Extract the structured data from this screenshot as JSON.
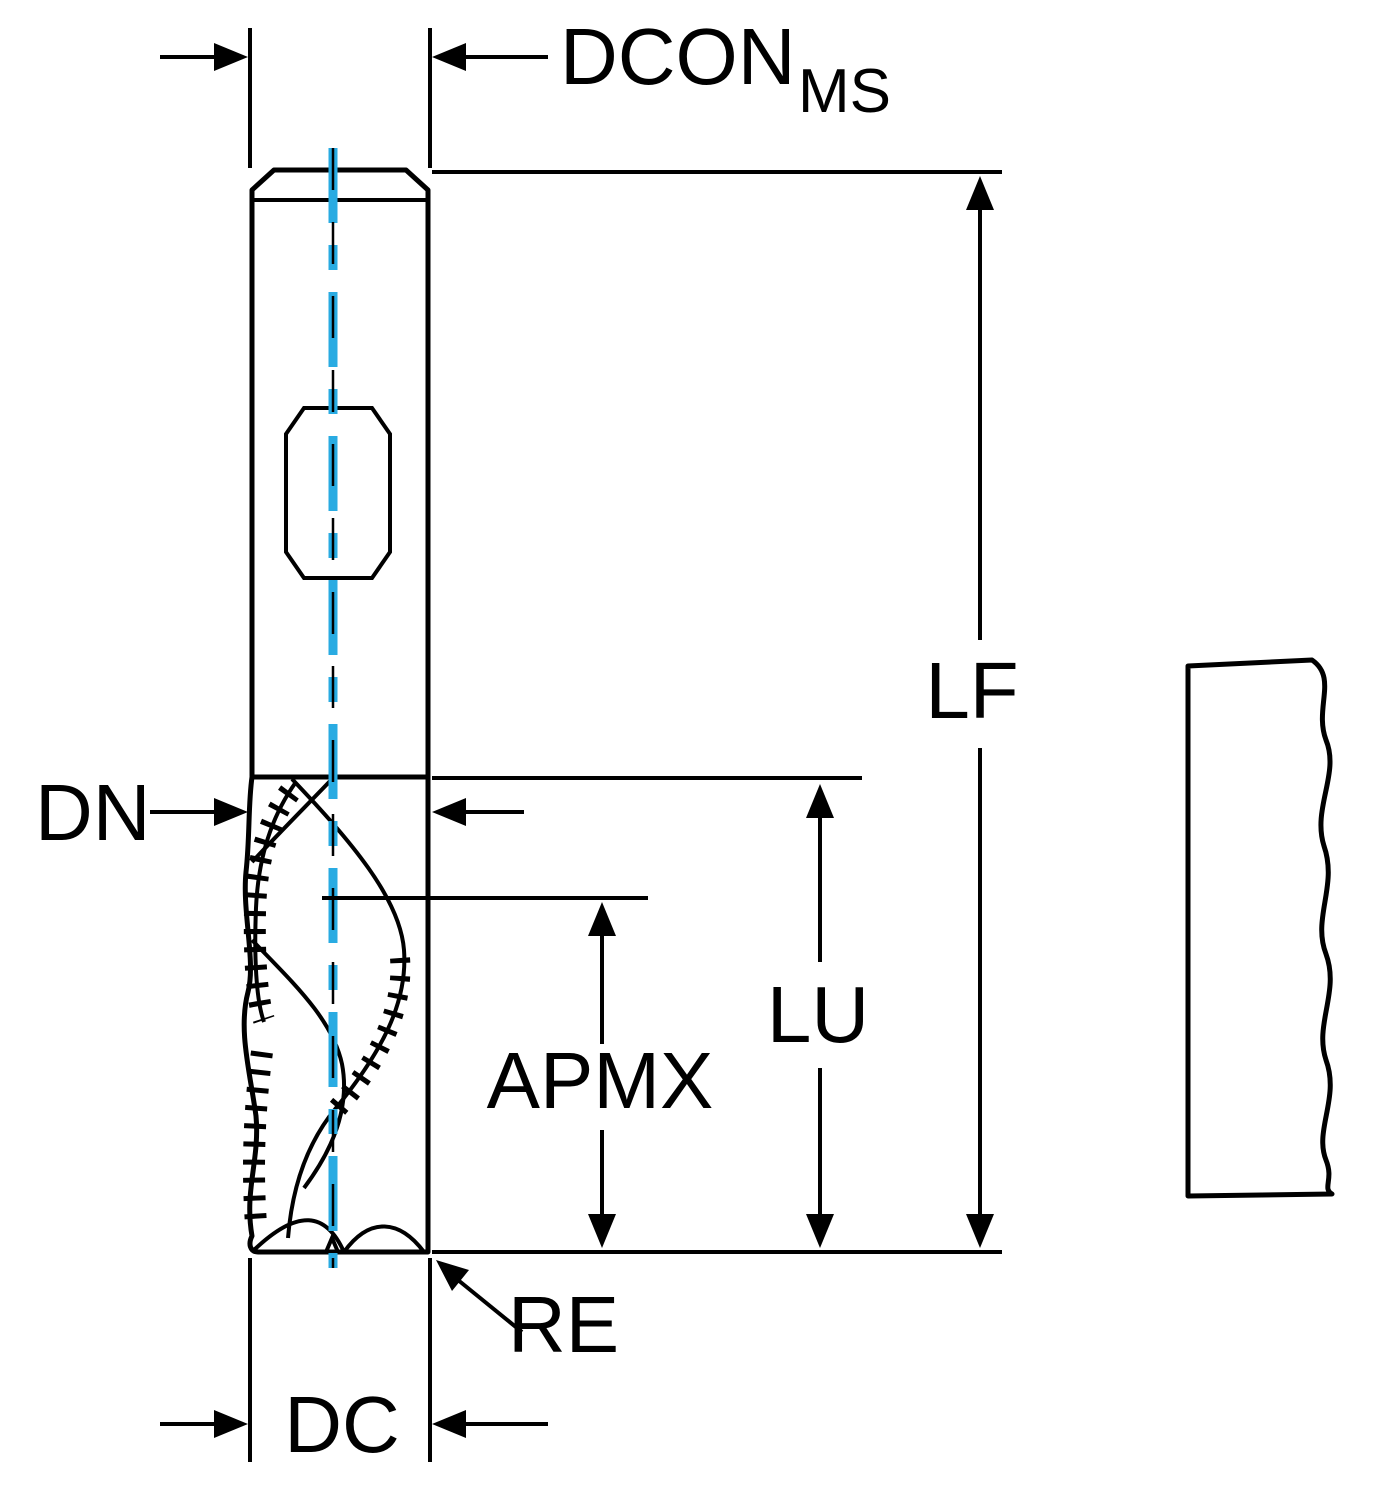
{
  "diagram": {
    "type": "technical-drawing",
    "subject": "end-mill-dimension-diagram",
    "labels": {
      "dcon": {
        "text": "DCON",
        "subscript": "MS"
      },
      "lf": "LF",
      "dn": "DN",
      "lu": "LU",
      "apmx": "APMX",
      "re": "RE",
      "dc": "DC"
    },
    "colors": {
      "outline": "#000000",
      "shank_fill": "#cfdfea",
      "flute_fill": "#b7cbd9",
      "flat_fill": "#d8e5ef",
      "profile_fill": "#b5cbdb",
      "centerline_blue": "#29abe2",
      "background": "#ffffff"
    }
  }
}
